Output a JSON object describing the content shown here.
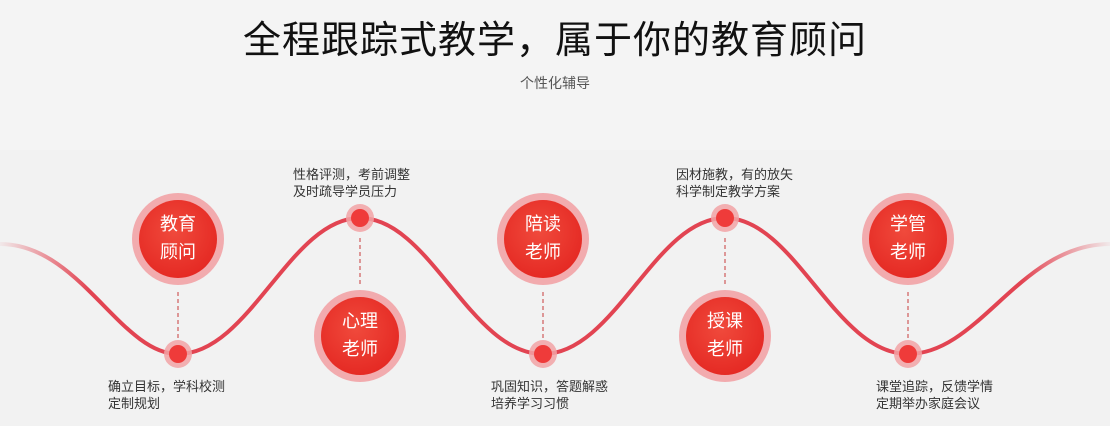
{
  "header": {
    "title": "全程跟踪式教学，属于你的教育顾问",
    "subtitle": "个性化辅导"
  },
  "colors": {
    "wave": "#e24452",
    "node_fill": "#e8332d",
    "node_ring": "#f2a3a6",
    "dot_fill": "#ef3b3a",
    "dash": "#c83c3c"
  },
  "roles": [
    {
      "label": "教育顾问",
      "description_lines": [
        "确立目标，学科校测",
        "定制规划"
      ]
    },
    {
      "label": "心理老师",
      "description_lines": [
        "性格评测，考前调整",
        "及时疏导学员压力"
      ]
    },
    {
      "label": "陪读老师",
      "description_lines": [
        "巩固知识，答题解惑",
        "培养学习习惯"
      ]
    },
    {
      "label": "授课老师",
      "description_lines": [
        "因材施教，有的放矢",
        "科学制定教学方案"
      ]
    },
    {
      "label": "学管老师",
      "description_lines": [
        "课堂追踪，反馈学情",
        "定期举办家庭会议"
      ]
    }
  ]
}
